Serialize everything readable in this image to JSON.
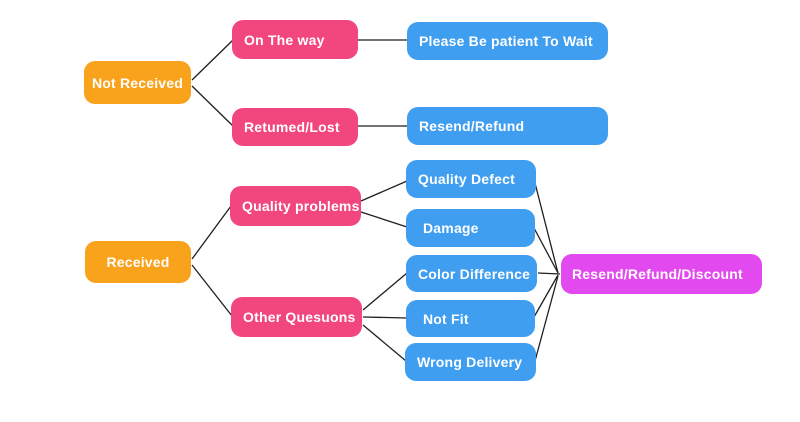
{
  "palette": {
    "root_orange": "#F9A21B",
    "branch_pink": "#F2477E",
    "leaf_blue": "#3F9EF0",
    "outcome_magenta": "#E24AEF",
    "label_text": "#FFFFFF",
    "connector_line": "#1F1F1F",
    "background": "#FFFFFF"
  },
  "nodes": {
    "not_received": {
      "label": "Not Received"
    },
    "on_the_way": {
      "label": "On The way"
    },
    "please_wait": {
      "label": "Please Be patient To Wait"
    },
    "returned_lost": {
      "label": "Retumed/Lost"
    },
    "resend_refund": {
      "label": "Resend/Refund"
    },
    "received": {
      "label": "Received"
    },
    "quality_problems": {
      "label": "Quality problems"
    },
    "other_questions": {
      "label": "Other Quesuons"
    },
    "quality_defect": {
      "label": "Quality Defect"
    },
    "damage": {
      "label": "Damage"
    },
    "color_difference": {
      "label": "Color Difference"
    },
    "not_fit": {
      "label": "Not Fit"
    },
    "wrong_delivery": {
      "label": "Wrong Delivery"
    },
    "resend_refund_discount": {
      "label": "Resend/Refund/Discount"
    }
  },
  "edges": [
    {
      "from": "not_received",
      "to": "on_the_way"
    },
    {
      "from": "not_received",
      "to": "returned_lost"
    },
    {
      "from": "on_the_way",
      "to": "please_wait"
    },
    {
      "from": "returned_lost",
      "to": "resend_refund"
    },
    {
      "from": "received",
      "to": "quality_problems"
    },
    {
      "from": "received",
      "to": "other_questions"
    },
    {
      "from": "quality_problems",
      "to": "quality_defect"
    },
    {
      "from": "quality_problems",
      "to": "damage"
    },
    {
      "from": "other_questions",
      "to": "color_difference"
    },
    {
      "from": "other_questions",
      "to": "not_fit"
    },
    {
      "from": "other_questions",
      "to": "wrong_delivery"
    },
    {
      "from": "quality_defect",
      "to": "resend_refund_discount"
    },
    {
      "from": "damage",
      "to": "resend_refund_discount"
    },
    {
      "from": "color_difference",
      "to": "resend_refund_discount"
    },
    {
      "from": "not_fit",
      "to": "resend_refund_discount"
    },
    {
      "from": "wrong_delivery",
      "to": "resend_refund_discount"
    }
  ]
}
